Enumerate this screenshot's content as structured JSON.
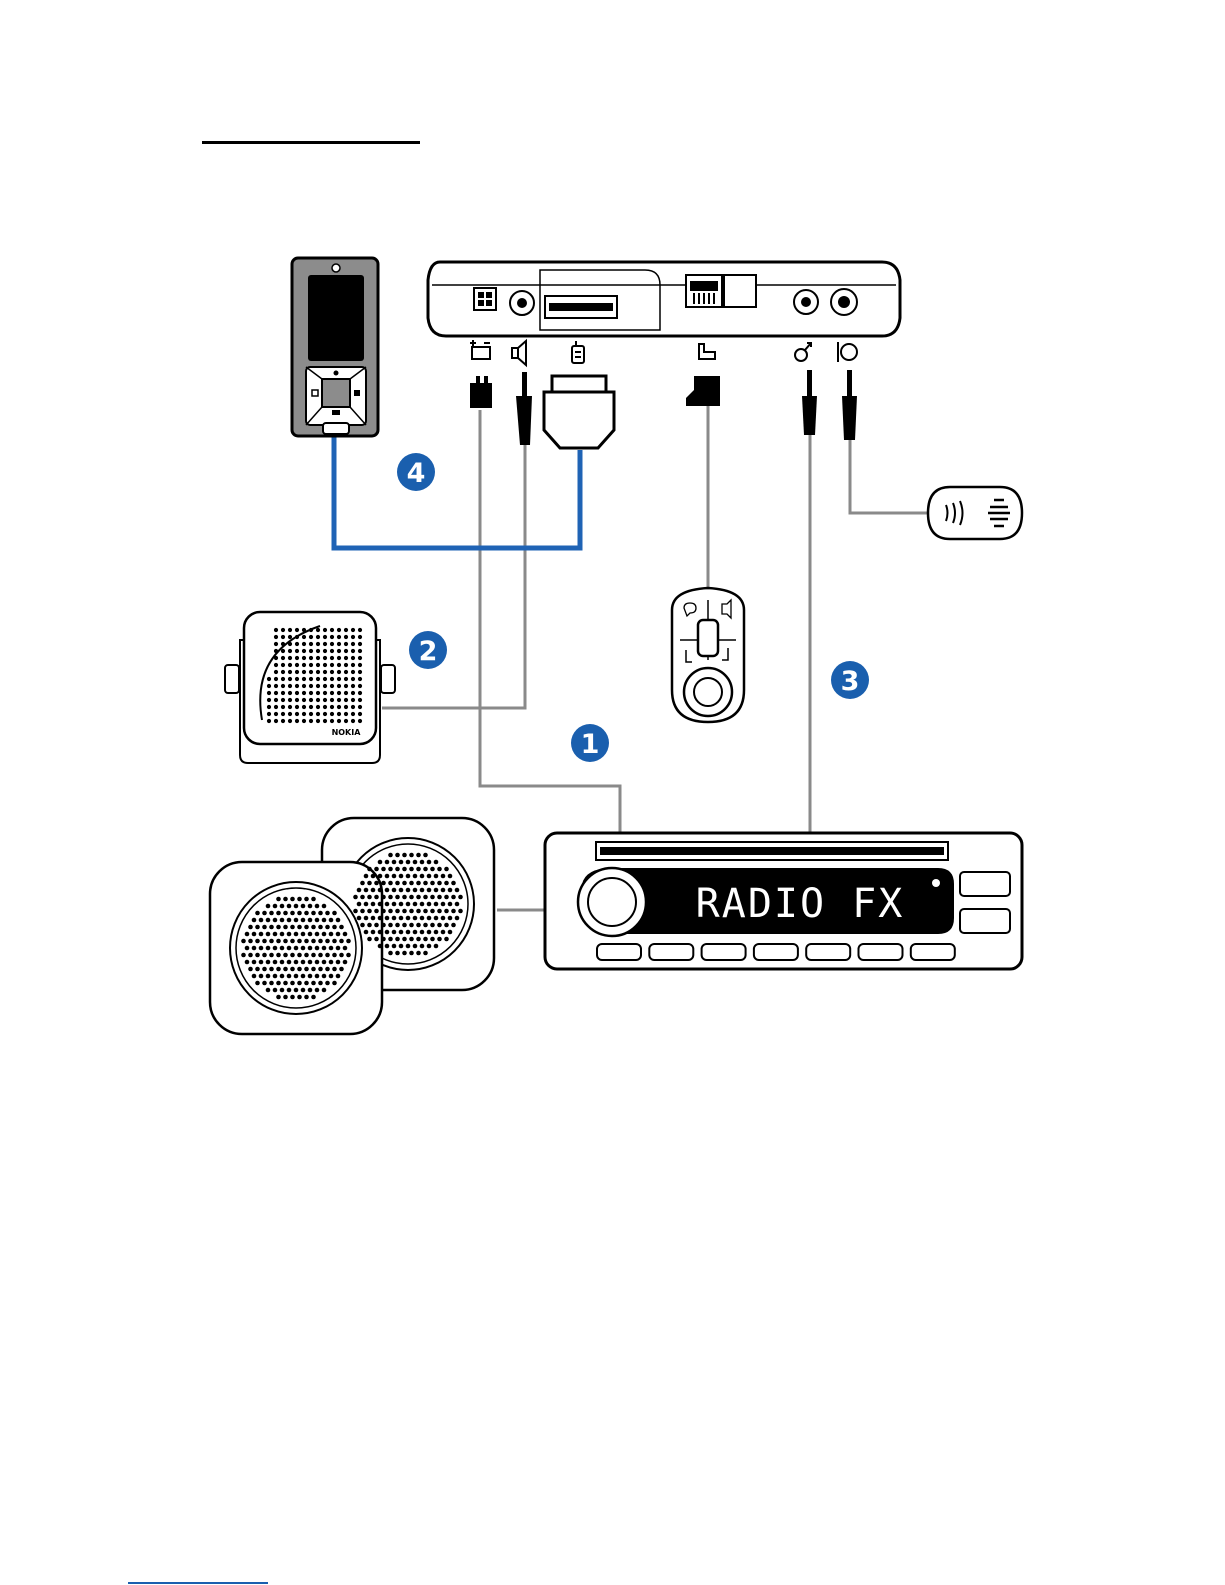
{
  "diagram": {
    "steps": [
      {
        "id": "1",
        "label": "1"
      },
      {
        "id": "2",
        "label": "2"
      },
      {
        "id": "3",
        "label": "3"
      },
      {
        "id": "4",
        "label": "4"
      }
    ],
    "radio": {
      "display_text": "RADIO FX"
    },
    "speaker": {
      "brand_text": "NOKIA"
    },
    "icons": [
      "battery-icon",
      "speaker-icon",
      "phone-icon",
      "handset-icon",
      "radio-mute-icon",
      "microphone-icon"
    ],
    "colors": {
      "step_badge": "#1a5fae",
      "phone_cable": "#1f63b5",
      "cable_grey": "#8a8a8a",
      "outline": "#000000"
    }
  }
}
